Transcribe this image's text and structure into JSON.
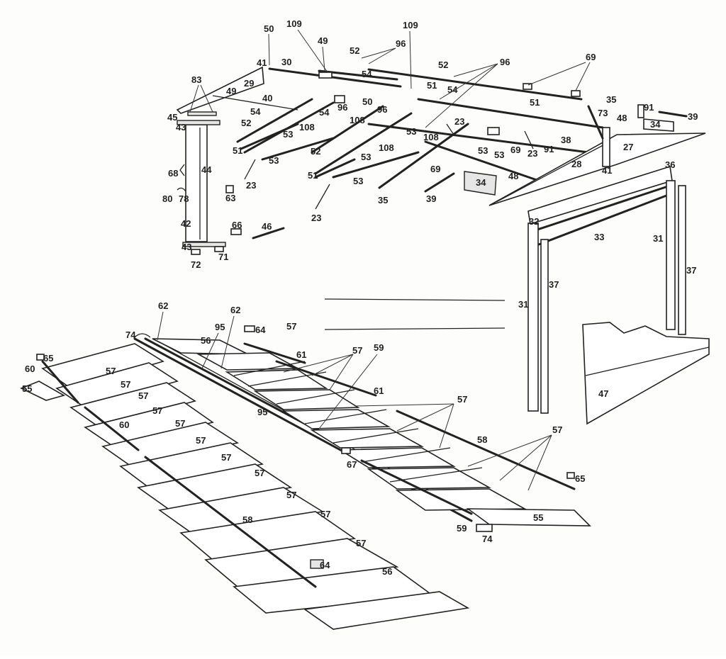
{
  "labels": [
    {
      "id": "l-50a",
      "text": "50"
    },
    {
      "id": "l-109a",
      "text": "109"
    },
    {
      "id": "l-49a",
      "text": "49"
    },
    {
      "id": "l-52a",
      "text": "52"
    },
    {
      "id": "l-96a",
      "text": "96"
    },
    {
      "id": "l-109b",
      "text": "109"
    },
    {
      "id": "l-52b",
      "text": "52"
    },
    {
      "id": "l-96b",
      "text": "96"
    },
    {
      "id": "l-69a",
      "text": "69"
    },
    {
      "id": "l-41a",
      "text": "41"
    },
    {
      "id": "l-30",
      "text": "30"
    },
    {
      "id": "l-54a",
      "text": "54"
    },
    {
      "id": "l-83",
      "text": "83"
    },
    {
      "id": "l-29",
      "text": "29"
    },
    {
      "id": "l-49b",
      "text": "49"
    },
    {
      "id": "l-40",
      "text": "40"
    },
    {
      "id": "l-96c",
      "text": "96"
    },
    {
      "id": "l-50b",
      "text": "50"
    },
    {
      "id": "l-96d",
      "text": "96"
    },
    {
      "id": "l-51a",
      "text": "51"
    },
    {
      "id": "l-54b",
      "text": "54"
    },
    {
      "id": "l-51b",
      "text": "51"
    },
    {
      "id": "l-35a",
      "text": "35"
    },
    {
      "id": "l-73",
      "text": "73"
    },
    {
      "id": "l-91a",
      "text": "91"
    },
    {
      "id": "l-39a",
      "text": "39"
    },
    {
      "id": "l-48a",
      "text": "48"
    },
    {
      "id": "l-34a",
      "text": "34"
    },
    {
      "id": "l-45",
      "text": "45"
    },
    {
      "id": "l-43a",
      "text": "43"
    },
    {
      "id": "l-54c",
      "text": "54"
    },
    {
      "id": "l-54d",
      "text": "54"
    },
    {
      "id": "l-52c",
      "text": "52"
    },
    {
      "id": "l-108a",
      "text": "108"
    },
    {
      "id": "l-23a",
      "text": "23"
    },
    {
      "id": "l-53a",
      "text": "53"
    },
    {
      "id": "l-108b",
      "text": "108"
    },
    {
      "id": "l-108c",
      "text": "108"
    },
    {
      "id": "l-23b",
      "text": "23"
    },
    {
      "id": "l-38",
      "text": "38"
    },
    {
      "id": "l-27",
      "text": "27"
    },
    {
      "id": "l-51c",
      "text": "51"
    },
    {
      "id": "l-53b",
      "text": "53"
    },
    {
      "id": "l-53c",
      "text": "53"
    },
    {
      "id": "l-52d",
      "text": "52"
    },
    {
      "id": "l-53d",
      "text": "53"
    },
    {
      "id": "l-69b",
      "text": "69"
    },
    {
      "id": "l-91b",
      "text": "91"
    },
    {
      "id": "l-53e",
      "text": "53"
    },
    {
      "id": "l-108d",
      "text": "108"
    },
    {
      "id": "l-53f",
      "text": "53"
    },
    {
      "id": "l-28",
      "text": "28"
    },
    {
      "id": "l-41b",
      "text": "41"
    },
    {
      "id": "l-68",
      "text": "68"
    },
    {
      "id": "l-44",
      "text": "44"
    },
    {
      "id": "l-51d",
      "text": "51"
    },
    {
      "id": "l-53g",
      "text": "53"
    },
    {
      "id": "l-69c",
      "text": "69"
    },
    {
      "id": "l-48b",
      "text": "48"
    },
    {
      "id": "l-34b",
      "text": "34"
    },
    {
      "id": "l-36",
      "text": "36"
    },
    {
      "id": "l-23c",
      "text": "23"
    },
    {
      "id": "l-80",
      "text": "80"
    },
    {
      "id": "l-78",
      "text": "78"
    },
    {
      "id": "l-63",
      "text": "63"
    },
    {
      "id": "l-35b",
      "text": "35"
    },
    {
      "id": "l-39b",
      "text": "39"
    },
    {
      "id": "l-23d",
      "text": "23"
    },
    {
      "id": "l-32",
      "text": "32"
    },
    {
      "id": "l-33",
      "text": "33"
    },
    {
      "id": "l-31a",
      "text": "31"
    },
    {
      "id": "l-42",
      "text": "42"
    },
    {
      "id": "l-66",
      "text": "66"
    },
    {
      "id": "l-46",
      "text": "46"
    },
    {
      "id": "l-43b",
      "text": "43"
    },
    {
      "id": "l-72",
      "text": "72"
    },
    {
      "id": "l-71",
      "text": "71"
    },
    {
      "id": "l-37a",
      "text": "37"
    },
    {
      "id": "l-37b",
      "text": "37"
    },
    {
      "id": "l-31b",
      "text": "31"
    },
    {
      "id": "l-62a",
      "text": "62"
    },
    {
      "id": "l-62b",
      "text": "62"
    },
    {
      "id": "l-64a",
      "text": "64"
    },
    {
      "id": "l-57a",
      "text": "57"
    },
    {
      "id": "l-74a",
      "text": "74"
    },
    {
      "id": "l-95a",
      "text": "95"
    },
    {
      "id": "l-56a",
      "text": "56"
    },
    {
      "id": "l-57b",
      "text": "57"
    },
    {
      "id": "l-59a",
      "text": "59"
    },
    {
      "id": "l-61a",
      "text": "61"
    },
    {
      "id": "l-65a",
      "text": "65"
    },
    {
      "id": "l-60a",
      "text": "60"
    },
    {
      "id": "l-57c",
      "text": "57"
    },
    {
      "id": "l-55a",
      "text": "55"
    },
    {
      "id": "l-57d",
      "text": "57"
    },
    {
      "id": "l-61b",
      "text": "61"
    },
    {
      "id": "l-57e",
      "text": "57"
    },
    {
      "id": "l-57f",
      "text": "57"
    },
    {
      "id": "l-57g",
      "text": "57"
    },
    {
      "id": "l-95b",
      "text": "95"
    },
    {
      "id": "l-60b",
      "text": "60"
    },
    {
      "id": "l-57h",
      "text": "57"
    },
    {
      "id": "l-57i",
      "text": "57"
    },
    {
      "id": "l-57j",
      "text": "57"
    },
    {
      "id": "l-58a",
      "text": "58"
    },
    {
      "id": "l-57k",
      "text": "57"
    },
    {
      "id": "l-57l",
      "text": "57"
    },
    {
      "id": "l-67",
      "text": "67"
    },
    {
      "id": "l-65b",
      "text": "65"
    },
    {
      "id": "l-47",
      "text": "47"
    },
    {
      "id": "l-57m",
      "text": "57"
    },
    {
      "id": "l-57n",
      "text": "57"
    },
    {
      "id": "l-55b",
      "text": "55"
    },
    {
      "id": "l-58b",
      "text": "58"
    },
    {
      "id": "l-59b",
      "text": "59"
    },
    {
      "id": "l-74b",
      "text": "74"
    },
    {
      "id": "l-57o",
      "text": "57"
    },
    {
      "id": "l-64b",
      "text": "64"
    },
    {
      "id": "l-56b",
      "text": "56"
    }
  ],
  "colors": {
    "ink": "#222222",
    "paper": "#fdfdfb",
    "panel_fill": "#ffffff",
    "shade": "#e6e6e6"
  }
}
